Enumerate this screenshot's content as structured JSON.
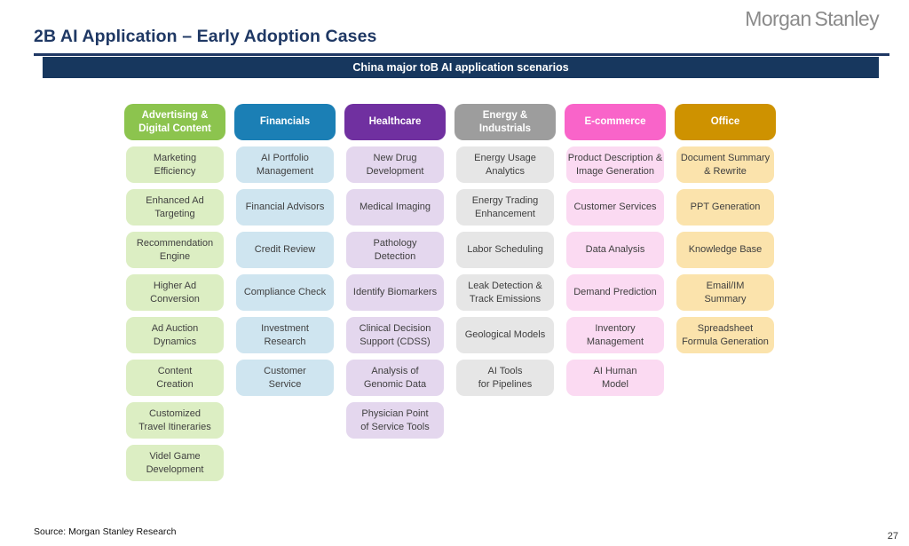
{
  "logo": "Morgan Stanley",
  "title": "2B AI Application – Early Adoption Cases",
  "banner": "China major toB AI application scenarios",
  "footer": {
    "source": "Source: Morgan Stanley Research",
    "page_number": "27"
  },
  "colors": {
    "title_navy": "#1f3864",
    "banner_navy": "#17375e",
    "logo_gray": "#8b8b8b"
  },
  "columns": [
    {
      "label": "Advertising &\nDigital Content",
      "header_color": "#8cc44e",
      "cell_color": "#dceec3",
      "items": [
        "Marketing\nEfficiency",
        "Enhanced Ad\nTargeting",
        "Recommendation\nEngine",
        "Higher Ad\nConversion",
        "Ad Auction\nDynamics",
        "Content\nCreation",
        "Customized\nTravel Itineraries",
        "Videl Game\nDevelopment"
      ]
    },
    {
      "label": "Financials",
      "header_color": "#1b7fb5",
      "cell_color": "#cfe5f0",
      "items": [
        "AI Portfolio\nManagement",
        "Financial Advisors",
        "Credit Review",
        "Compliance Check",
        "Investment\nResearch",
        "Customer\nService"
      ]
    },
    {
      "label": "Healthcare",
      "header_color": "#7030a0",
      "cell_color": "#e4d7ee",
      "items": [
        "New Drug\nDevelopment",
        "Medical Imaging",
        "Pathology\nDetection",
        "Identify Biomarkers",
        "Clinical Decision\nSupport (CDSS)",
        "Analysis of\nGenomic Data",
        "Physician Point\nof Service Tools"
      ]
    },
    {
      "label": "Energy &\nIndustrials",
      "header_color": "#9d9d9d",
      "cell_color": "#e6e6e6",
      "items": [
        "Energy Usage\nAnalytics",
        "Energy Trading\nEnhancement",
        "Labor Scheduling",
        "Leak Detection &\nTrack Emissions",
        "Geological Models",
        "AI Tools\nfor Pipelines"
      ]
    },
    {
      "label": "E-commerce",
      "header_color": "#f964c9",
      "cell_color": "#fbdaf2",
      "items": [
        "Product Description &\nImage Generation",
        "Customer Services",
        "Data Analysis",
        "Demand Prediction",
        "Inventory\nManagement",
        "AI Human\nModel"
      ]
    },
    {
      "label": "Office",
      "header_color": "#ce9200",
      "cell_color": "#fbe3ac",
      "items": [
        "Document Summary\n& Rewrite",
        "PPT Generation",
        "Knowledge Base",
        "Email/IM\nSummary",
        "Spreadsheet\nFormula Generation"
      ]
    }
  ]
}
